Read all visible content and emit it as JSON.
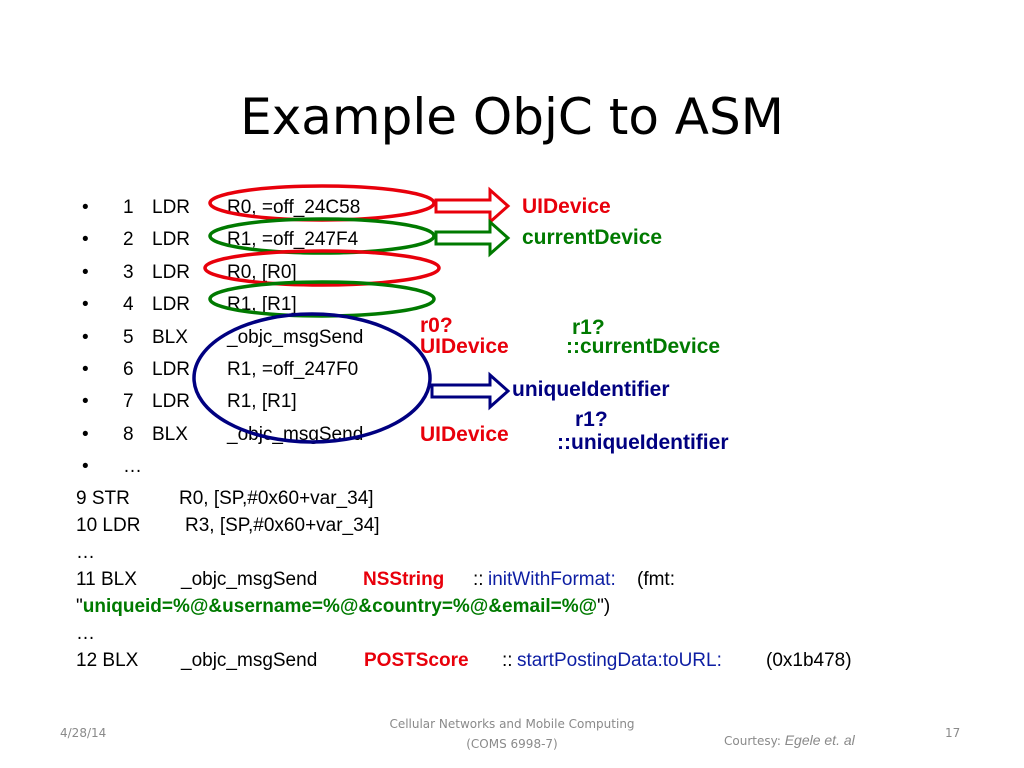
{
  "slide": {
    "title": "Example ObjC to ASM",
    "bullets": [
      {
        "num": "1",
        "op": "LDR",
        "arg": "R0, =off_24C58"
      },
      {
        "num": "2",
        "op": "LDR",
        "arg": "R1, =off_247F4"
      },
      {
        "num": "3",
        "op": "LDR",
        "arg": "R0, [R0]"
      },
      {
        "num": "4",
        "op": "LDR",
        "arg": "R1, [R1]"
      },
      {
        "num": "5",
        "op": "BLX",
        "arg": "_objc_msgSend"
      },
      {
        "num": "6",
        "op": "LDR",
        "arg": "R1, =off_247F0"
      },
      {
        "num": "7",
        "op": "LDR",
        "arg": "R1, [R1]"
      },
      {
        "num": "8",
        "op": "BLX",
        "arg": "_objc_msgSend"
      },
      {
        "num": "",
        "op": "…",
        "arg": ""
      }
    ],
    "bullet_char": "•",
    "annotations": {
      "uidevice_1": "UIDevice",
      "current_device": "currentDevice",
      "r0": "r0?",
      "r1_a": "r1?",
      "uidevice_2": "UIDevice",
      "current_device_sel": "::currentDevice",
      "unique_identifier": "uniqueIdentifier",
      "r1_b": "r1?",
      "uidevice_3": "UIDevice",
      "unique_identifier_sel": "::uniqueIdentifier"
    },
    "code": {
      "line9_num": "9  STR",
      "line9_arg": "R0, [SP,#0x60+var_34]",
      "line10_num": "10 LDR",
      "line10_arg": "R3, [SP,#0x60+var_34]",
      "ellipsis1": "…",
      "line11_num": "11 BLX",
      "line11_call": "_objc_msgSend",
      "line11_class": "NSString",
      "line11_sep": "::",
      "line11_method": "initWithFormat:",
      "line11_tail": "(fmt:",
      "line11b_open": "\"",
      "line11b_fmt": "uniqueid=%@&username=%@&country=%@&email=%@",
      "line11b_close": "\")",
      "ellipsis2": "…",
      "line12_num": "12 BLX",
      "line12_call": "_objc_msgSend",
      "line12_class": "POSTScore",
      "line12_sep": "::",
      "line12_method": "startPostingData:toURL:",
      "line12_tail": "(0x1b478)"
    },
    "footer": {
      "date": "4/28/14",
      "course_line1": "Cellular Networks and Mobile Computing",
      "course_line2": "(COMS 6998-7)",
      "courtesy_label": "Courtesy:",
      "courtesy_name": "Egele et. al",
      "page": "17"
    },
    "colors": {
      "red": "#e8000b",
      "green": "#007a00",
      "blue": "#000080",
      "link": "#0d1ea3"
    }
  }
}
